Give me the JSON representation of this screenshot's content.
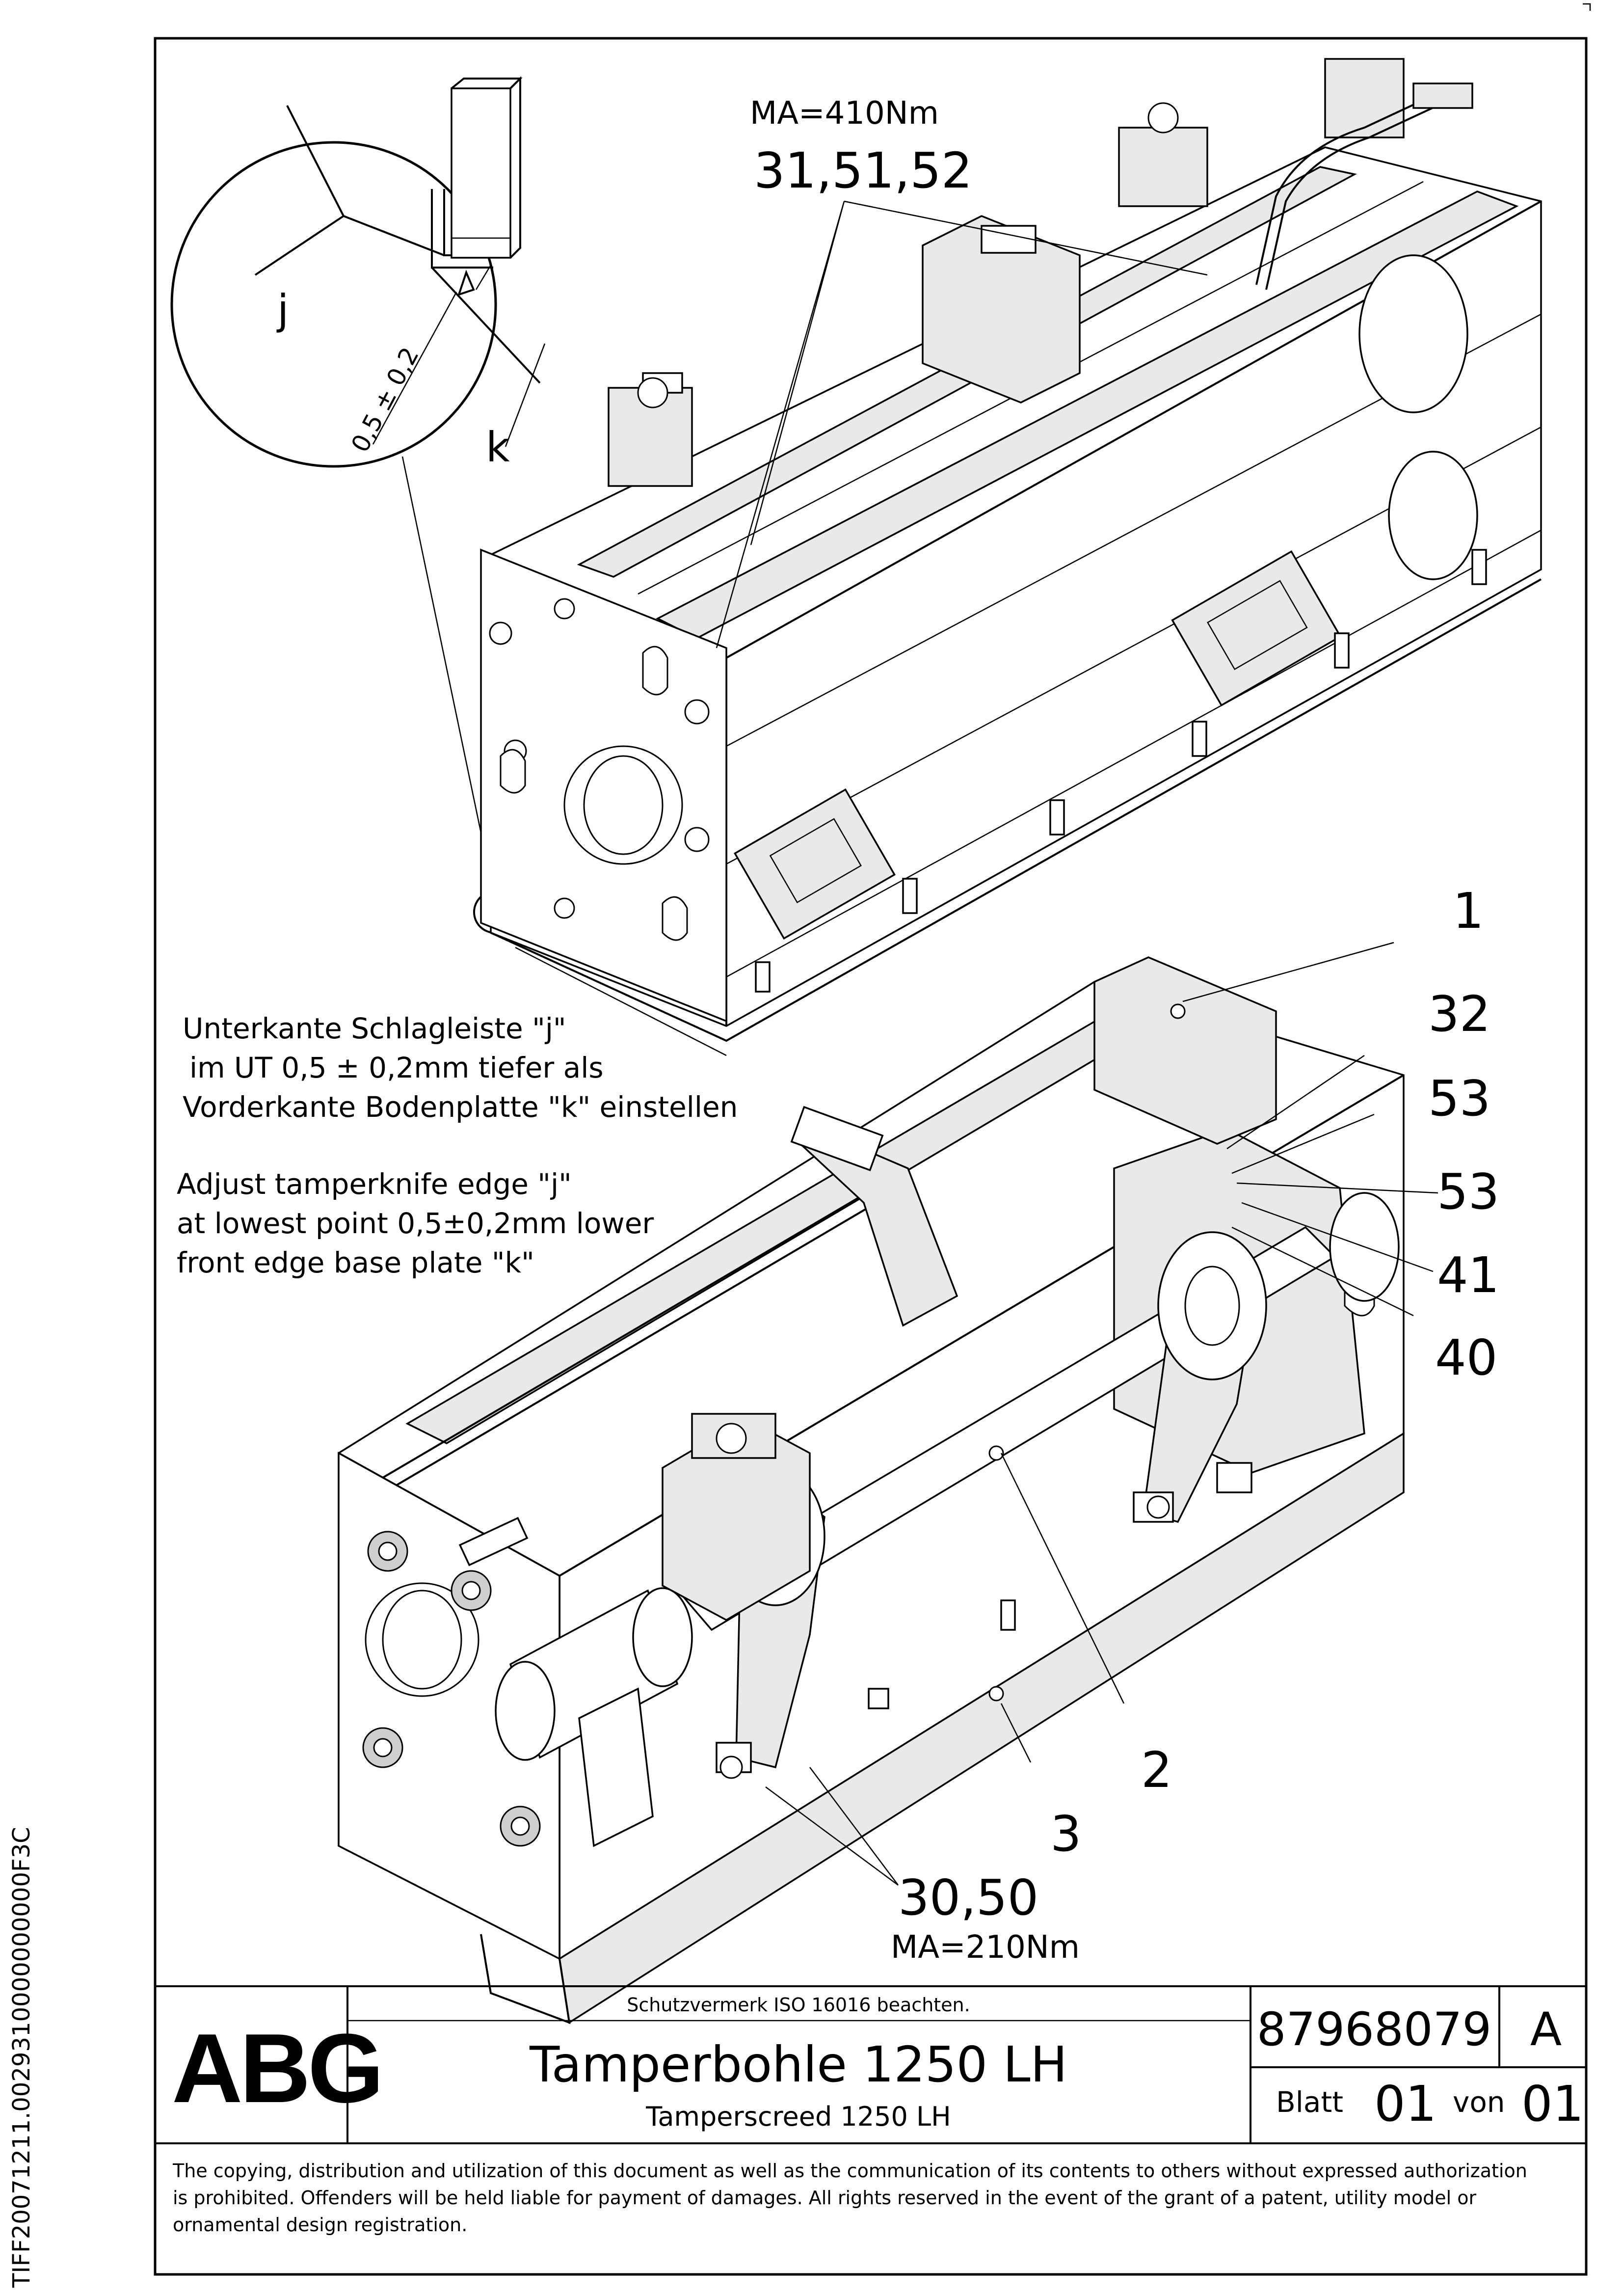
{
  "side_code": "TIFF20071211.0029310000000000F3C",
  "detail": {
    "label_j": "j",
    "label_k": "k",
    "dimension": "0,5 ± 0,2"
  },
  "upper_assembly": {
    "torque": "MA=410Nm",
    "item_group": "31,51,52"
  },
  "lower_assembly": {
    "items": [
      "1",
      "32",
      "53",
      "53",
      "41",
      "40",
      "2",
      "3"
    ],
    "item_group": "30,50",
    "torque": "MA=210Nm"
  },
  "notes": {
    "german": [
      "Unterkante Schlagleiste \"j\"",
      "im UT 0,5 ± 0,2mm tiefer als",
      "Vorderkante Bodenplatte \"k\" einstellen"
    ],
    "english": [
      "Adjust tamperknife edge \"j\"",
      "at lowest point  0,5±0,2mm lower",
      "front edge base plate \"k\""
    ]
  },
  "title_block": {
    "logo": "ABG",
    "protection_note": "Schutzvermerk ISO 16016 beachten.",
    "title": "Tamperbohle 1250 LH",
    "subtitle": "Tamperscreed 1250 LH",
    "drawing_number": "87968079",
    "revision": "A",
    "sheet_label": "Blatt",
    "sheet_no": "01",
    "of_label": "von",
    "sheet_total": "01"
  },
  "copyright": [
    "The copying, distribution and utilization of this document as well as the communication of its contents to others without expressed authorization",
    "is prohibited. Offenders will be held liable for payment of damages. All rights reserved in the event of the grant of a patent, utility model or",
    "ornamental design registration."
  ]
}
